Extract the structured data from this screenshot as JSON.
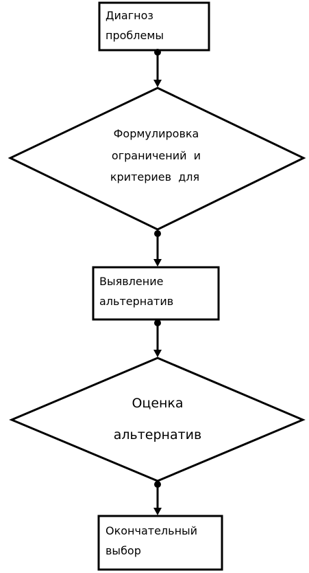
{
  "diagram": {
    "type": "flowchart",
    "nodes": [
      {
        "id": "n1",
        "shape": "rectangle",
        "lines": [
          "Диагноз",
          "проблемы"
        ]
      },
      {
        "id": "n2",
        "shape": "diamond",
        "lines": [
          "Формулировка",
          "ограничений  и",
          "критериев  для"
        ]
      },
      {
        "id": "n3",
        "shape": "rectangle",
        "lines": [
          "Выявление",
          "альтернатив"
        ]
      },
      {
        "id": "n4",
        "shape": "diamond",
        "lines": [
          "Оценка",
          "альтернатив"
        ]
      },
      {
        "id": "n5",
        "shape": "rectangle",
        "lines": [
          "Окончательный",
          "выбор"
        ]
      }
    ],
    "edges": [
      {
        "from": "n1",
        "to": "n2"
      },
      {
        "from": "n2",
        "to": "n3"
      },
      {
        "from": "n3",
        "to": "n4"
      },
      {
        "from": "n4",
        "to": "n5"
      }
    ],
    "colors": {
      "stroke": "#000000",
      "fill": "#ffffff",
      "text": "#000000"
    }
  }
}
